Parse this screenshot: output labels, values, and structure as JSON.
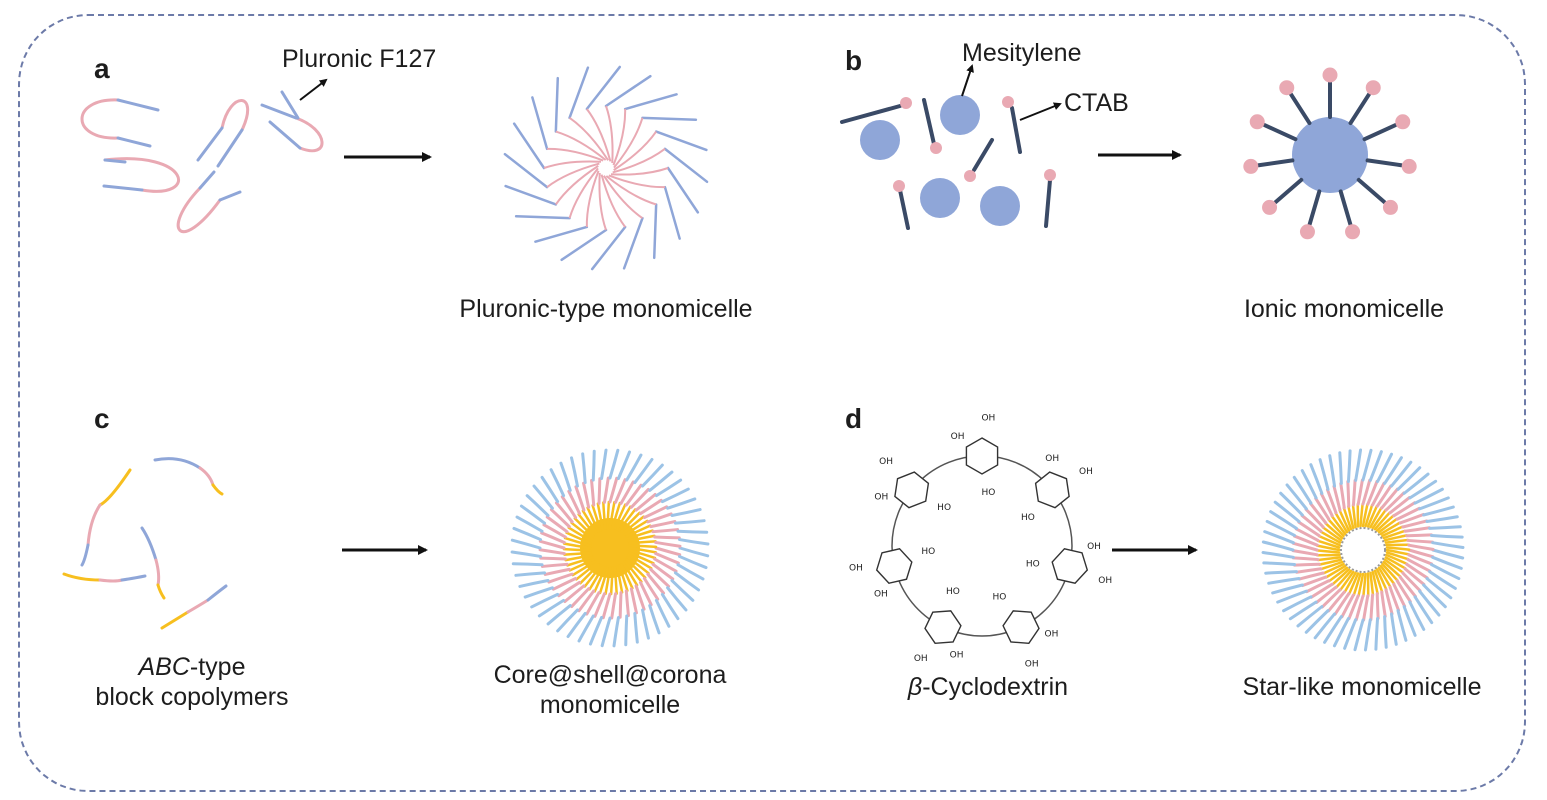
{
  "panels": {
    "a": {
      "letter": "a",
      "annotation": "Pluronic F127",
      "caption": "Pluronic-type monomicelle"
    },
    "b": {
      "letter": "b",
      "annotation_top": "Mesitylene",
      "annotation_side": "CTAB",
      "caption": "Ionic monomicelle"
    },
    "c": {
      "letter": "c",
      "left_caption_italic": "ABC",
      "left_caption_rest": "-type",
      "left_caption_line2": "block copolymers",
      "caption_line1": "Core@shell@corona",
      "caption_line2": "monomicelle"
    },
    "d": {
      "letter": "d",
      "left_caption_italic": "β",
      "left_caption_rest": "-Cyclodextrin",
      "caption": "Star-like monomicelle",
      "hydroxyl_label": "OH",
      "hydroxyl_label_alt": "HO"
    }
  },
  "colors": {
    "blue_chain": "#8fa6d8",
    "pink_chain": "#e9a9b3",
    "light_blue": "#9cc3e6",
    "yellow": "#f7bf1f",
    "core_blue": "#8fa6d8",
    "dark_chain": "#3a4a66",
    "frame": "#6c7aa8"
  }
}
